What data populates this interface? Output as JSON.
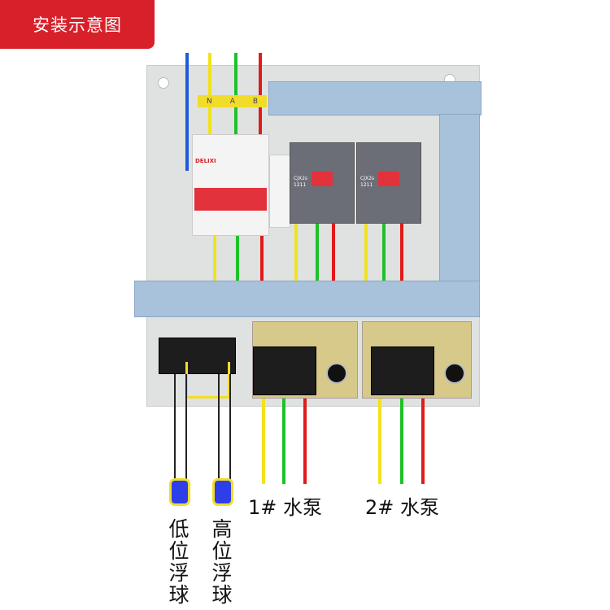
{
  "header": {
    "title": "安装示意图"
  },
  "panel": {
    "phase_strip": [
      "N",
      "A",
      "B"
    ],
    "breaker_brand": "DELIXI",
    "contactor_model": [
      "CJX2s",
      "1211"
    ]
  },
  "labels": {
    "pump1": "1# 水泵",
    "pump2": "2# 水泵",
    "float_low": "低位浮球",
    "float_high": "高位浮球"
  },
  "colors": {
    "accent": "#d8202a",
    "wire_blue": "#1f5bd8",
    "wire_yellow": "#f2e21a",
    "wire_green": "#1fc12a",
    "wire_red": "#e01b1b",
    "float": "#2e3ee8"
  }
}
